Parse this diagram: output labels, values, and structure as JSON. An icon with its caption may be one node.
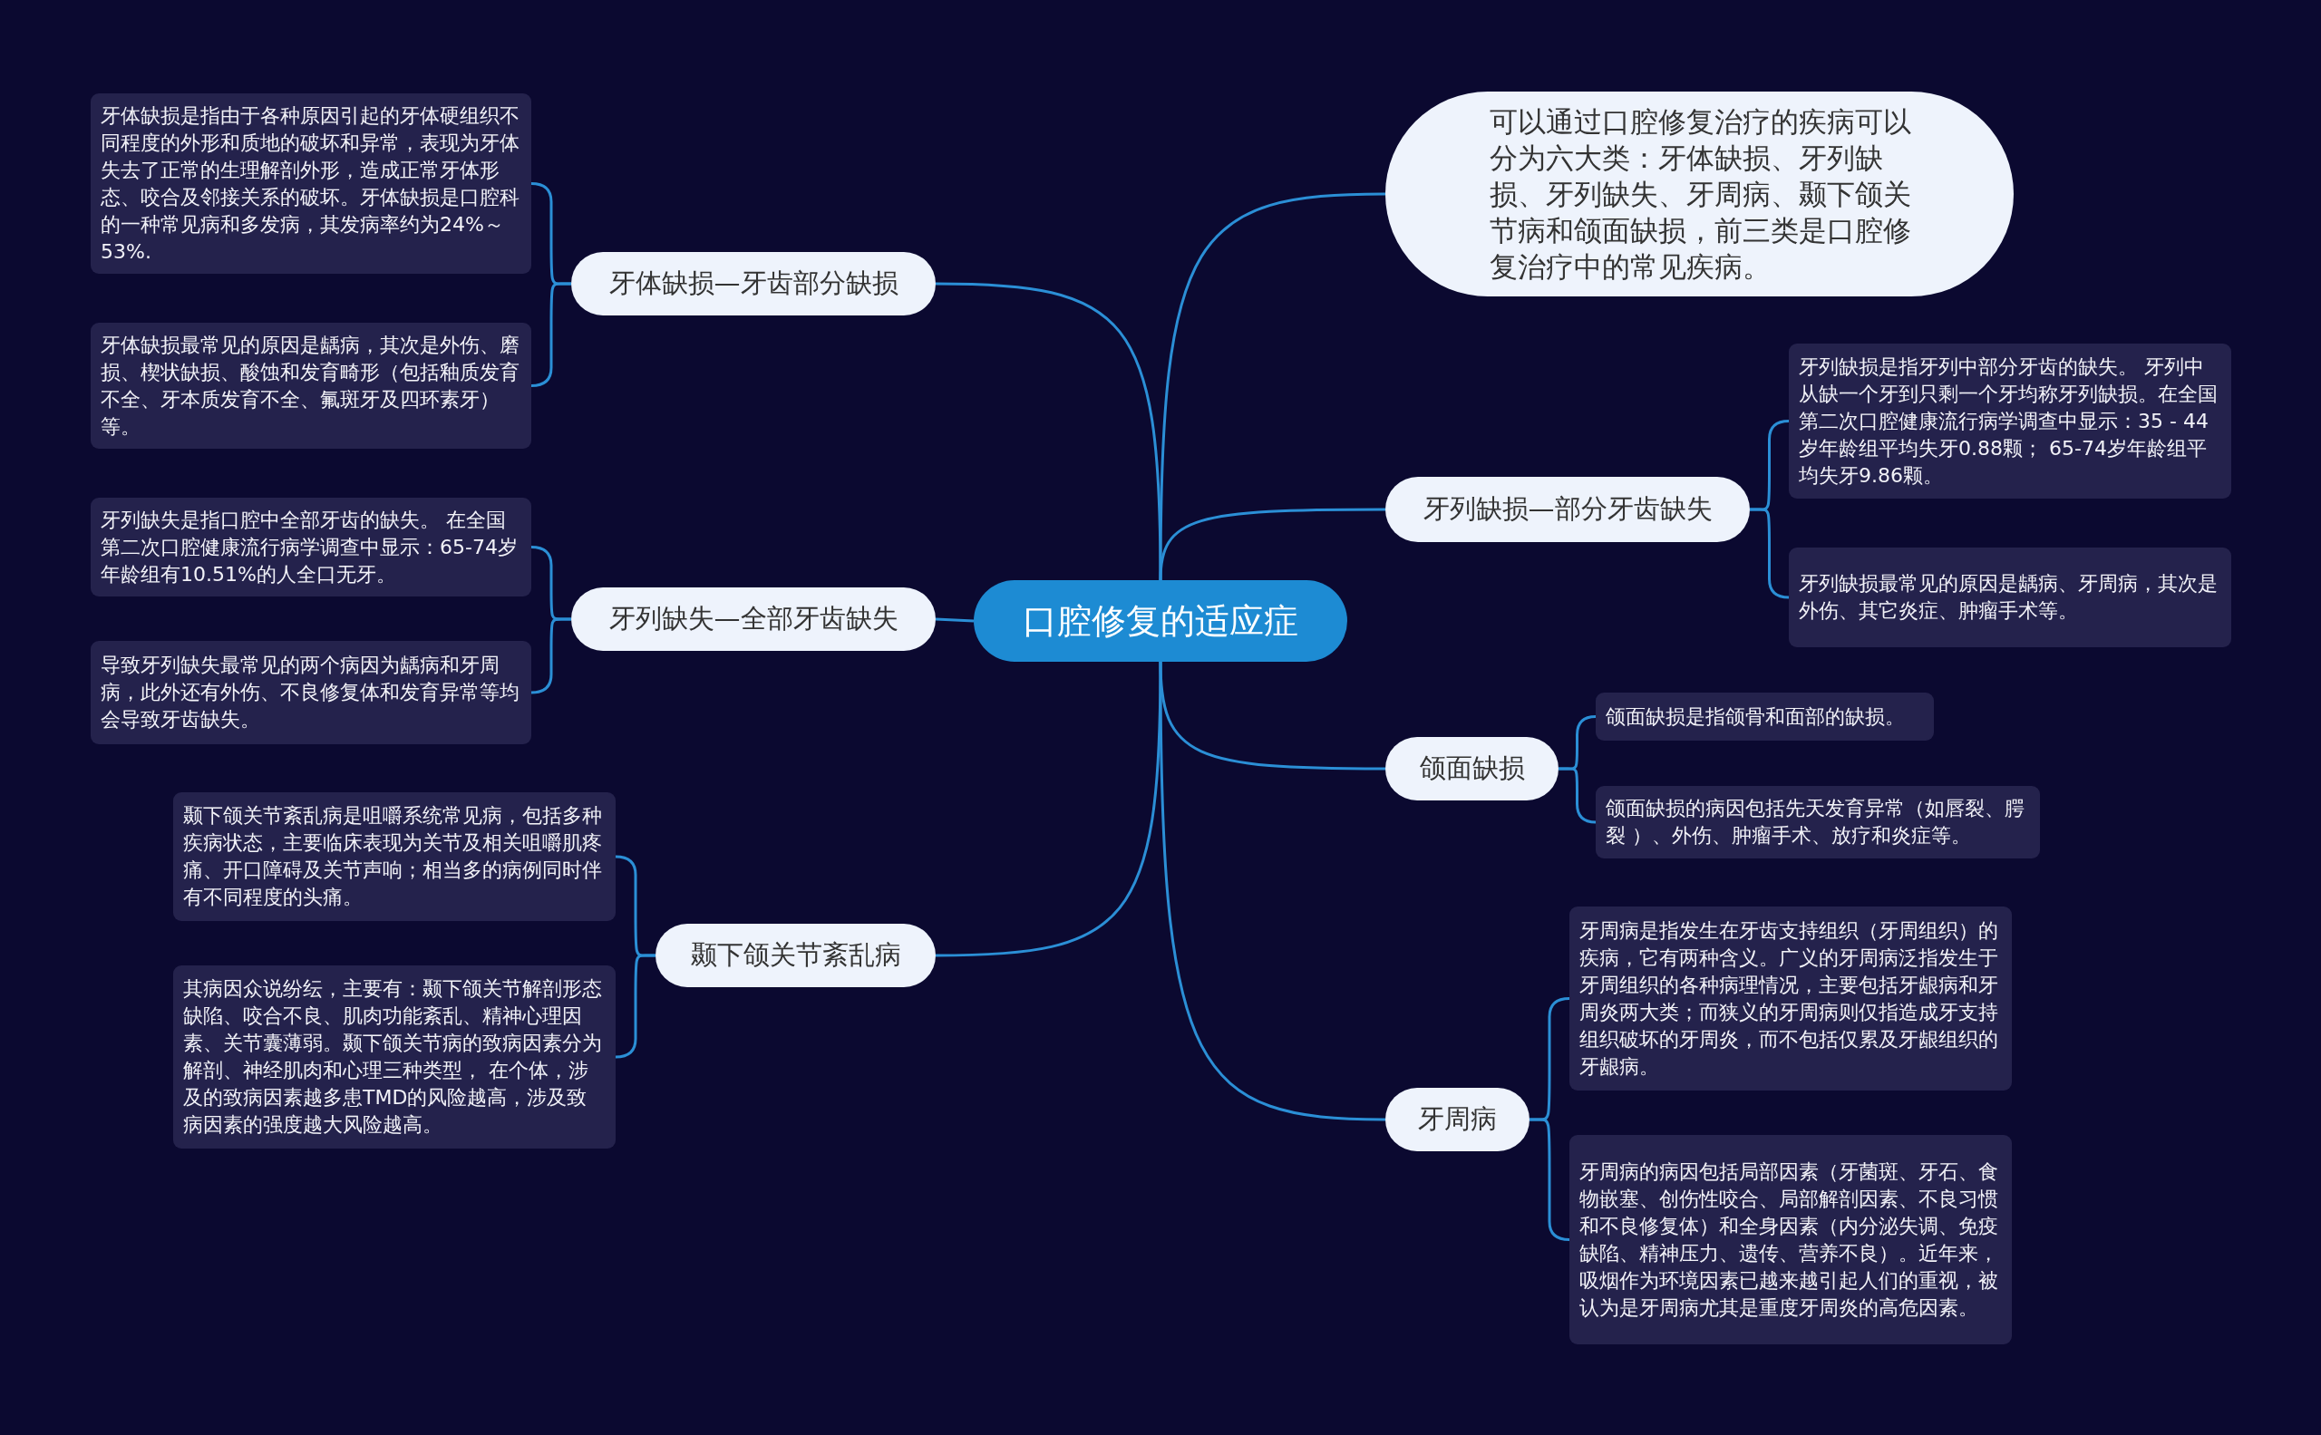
{
  "diagram": {
    "nodes": [
      {
        "text": [
          "口腔修复的适应症"
        ]
      },
      {
        "text": [
          "牙体缺损—牙齿部分缺损"
        ]
      },
      {
        "text": [
          "牙体缺损是指由于各种原因引起的牙体硬组织不同程度的外形和质地的破坏和异常，表现为牙体失去了正常的生理解剖外形，造成正常牙体形态、咬合及邻接关系的破坏。牙体缺损是口腔科的一种常见病和多发病，其发病率约为24%～53%."
        ]
      },
      {
        "text": [
          "牙体缺损最常见的原因是龋病，其次是外伤、磨损、楔状缺损、酸蚀和发育畸形（包括釉质发育不全、牙本质发育不全、氟斑牙及四环素牙）等。"
        ]
      },
      {
        "text": [
          "牙列缺失—全部牙齿缺失"
        ]
      },
      {
        "text": [
          "牙列缺失是指口腔中全部牙齿的缺失。 在全国第二次口腔健康流行病学调查中显示：65-74岁年龄组有10.51%的人全口无牙。"
        ]
      },
      {
        "text": [
          "导致牙列缺失最常见的两个病因为龋病和牙周病，此外还有外伤、不良修复体和发育异常等均会导致牙齿缺失。"
        ]
      },
      {
        "text": [
          "颞下颌关节紊乱病"
        ]
      },
      {
        "text": [
          "颞下颌关节紊乱病是咀嚼系统常见病，包括多种疾病状态，主要临床表现为关节及相关咀嚼肌疼痛、开口障碍及关节声响；相当多的病例同时伴有不同程度的头痛。"
        ]
      },
      {
        "text": [
          "其病因众说纷纭，主要有：颞下颌关节解剖形态缺陷、咬合不良、肌肉功能紊乱、精神心理因素、关节囊薄弱。颞下颌关节病的致病因素分为解剖、神经肌肉和心理三种类型， 在个体，涉及的致病因素越多患TMD的风险越高，涉及致病因素的强度越大风险越高。"
        ]
      },
      {
        "text": [
          "可以通过口腔修复治疗的疾病可以分为六大类：牙体缺损、牙列缺损、牙列缺失、牙周病、颞下颌关节病和颌面缺损，前三类是口腔修复治疗中的常见疾病。"
        ]
      },
      {
        "text": [
          "牙列缺损—部分牙齿缺失"
        ]
      },
      {
        "text": [
          "牙列缺损是指牙列中部分牙齿的缺失。 牙列中从缺一个牙到只剩一个牙均称牙列缺损。在全国第二次口腔健康流行病学调查中显示：35 - 44岁年龄组平均失牙0.88颗； 65-74岁年龄组平均失牙9.86颗。"
        ]
      },
      {
        "text": [
          "牙列缺损最常见的原因是龋病、牙周病，其次是外伤、其它炎症、肿瘤手术等。"
        ]
      },
      {
        "text": [
          "颌面缺损"
        ]
      },
      {
        "text": [
          "颌面缺损是指颌骨和面部的缺损。"
        ]
      },
      {
        "text": [
          "颌面缺损的病因包括先天发育异常（如唇裂、腭裂 ）、外伤、肿瘤手术、放疗和炎症等。"
        ]
      },
      {
        "text": [
          "牙周病"
        ]
      },
      {
        "text": [
          "牙周病是指发生在牙齿支持组织（牙周组织）的疾病，它有两种含义。广义的牙周病泛指发生于牙周组织的各种病理情况，主要包括牙龈病和牙周炎两大类；而狭义的牙周病则仅指造成牙支持组织破坏的牙周炎，而不包括仅累及牙龈组织的牙龈病。"
        ]
      },
      {
        "text": [
          "牙周病的病因包括局部因素（牙菌斑、牙石、食物嵌塞、创伤性咬合、局部解剖因素、不良习惯和不良修复体）和全身因素（内分泌失调、免疫缺陷、精神压力、遗传、营养不良）。近年来，吸烟作为环境因素已越来越引起人们的重视，被认为是牙周病尤其是重度牙周炎的高危因素。"
        ]
      }
    ],
    "edges": [
      {
        "from": 0,
        "to": 1,
        "arrow": "none"
      },
      {
        "from": 1,
        "to": 2,
        "arrow": "none"
      },
      {
        "from": 1,
        "to": 3,
        "arrow": "none"
      },
      {
        "from": 0,
        "to": 4,
        "arrow": "none"
      },
      {
        "from": 4,
        "to": 5,
        "arrow": "none"
      },
      {
        "from": 4,
        "to": 6,
        "arrow": "none"
      },
      {
        "from": 0,
        "to": 7,
        "arrow": "none"
      },
      {
        "from": 7,
        "to": 8,
        "arrow": "none"
      },
      {
        "from": 7,
        "to": 9,
        "arrow": "none"
      },
      {
        "from": 0,
        "to": 10,
        "arrow": "none"
      },
      {
        "from": 0,
        "to": 11,
        "arrow": "none"
      },
      {
        "from": 11,
        "to": 12,
        "arrow": "none"
      },
      {
        "from": 11,
        "to": 13,
        "arrow": "none"
      },
      {
        "from": 0,
        "to": 14,
        "arrow": "none"
      },
      {
        "from": 14,
        "to": 15,
        "arrow": "none"
      },
      {
        "from": 14,
        "to": 16,
        "arrow": "none"
      },
      {
        "from": 0,
        "to": 17,
        "arrow": "none"
      },
      {
        "from": 17,
        "to": 18,
        "arrow": "none"
      },
      {
        "from": 17,
        "to": 19,
        "arrow": "none"
      }
    ]
  }
}
